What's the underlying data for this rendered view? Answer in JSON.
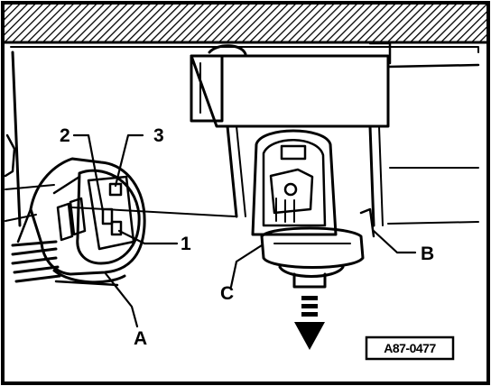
{
  "figure": {
    "id_label": "A87-0477",
    "callouts": {
      "pin_1": "1",
      "pin_2": "2",
      "pin_3": "3",
      "connector_a": "A",
      "clip_b": "B",
      "lamp_socket_c": "C"
    },
    "icons": [
      "removal-direction-arrow-icon"
    ],
    "colors": {
      "ink": "#000000",
      "paper": "#ffffff"
    }
  }
}
